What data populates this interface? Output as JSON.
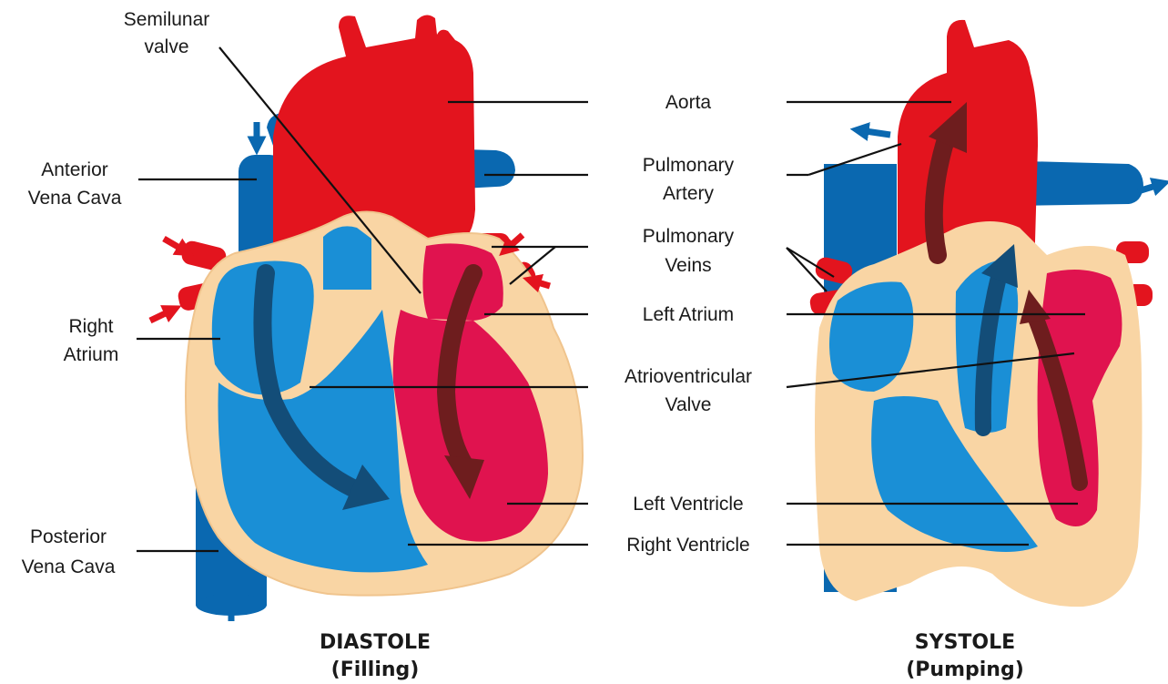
{
  "colors": {
    "oxygenated": "#e3141e",
    "oxygenated_chamber": "#e0134f",
    "deoxygenated": "#0a68b0",
    "deoxygenated_chamber": "#1a8fd6",
    "wall": "#f9d5a4",
    "flow_arrow_blue": "#134d78",
    "flow_arrow_red": "#6e1d1e",
    "leader_line": "#111111"
  },
  "left_labels": {
    "semilunar_line1": "Semilunar",
    "semilunar_line2": "valve",
    "anterior_line1": "Anterior",
    "anterior_line2": "Vena Cava",
    "right_atrium_line1": "Right",
    "right_atrium_line2": "Atrium",
    "posterior_line1": "Posterior",
    "posterior_line2": "Vena Cava"
  },
  "center_labels": {
    "aorta": "Aorta",
    "pulmonary_artery_line1": "Pulmonary",
    "pulmonary_artery_line2": "Artery",
    "pulmonary_veins_line1": "Pulmonary",
    "pulmonary_veins_line2": "Veins",
    "left_atrium": "Left Atrium",
    "av_valve_line1": "Atrioventricular",
    "av_valve_line2": "Valve",
    "left_ventricle": "Left Ventricle",
    "right_ventricle": "Right Ventricle"
  },
  "captions": {
    "diastole_title": "DIASTOLE",
    "diastole_sub": "(Filling)",
    "systole_title": "SYSTOLE",
    "systole_sub": "(Pumping)"
  }
}
